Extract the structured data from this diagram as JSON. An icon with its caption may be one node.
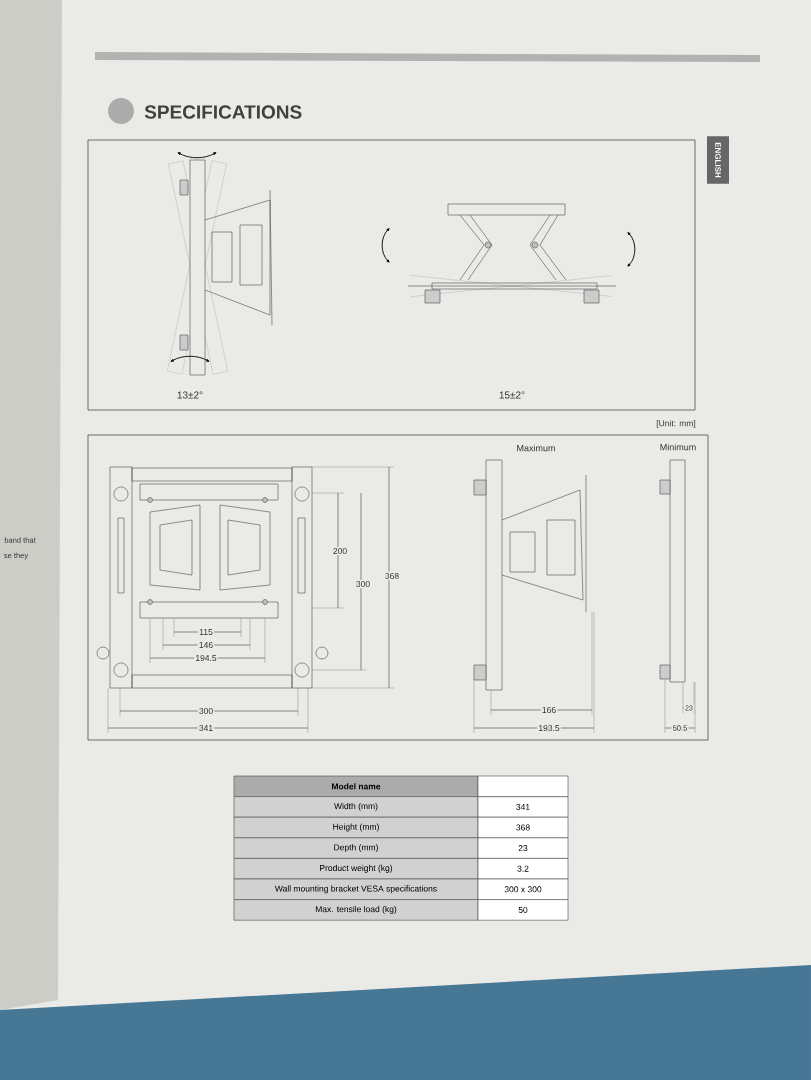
{
  "diagram": {
    "title": "SPECIFICATIONS",
    "nodes": [
      {
        "text": [
          "ENGLISH"
        ]
      }
    ],
    "labels": [
      "13±2°",
      "15±2°",
      "[Unit: mm]",
      "Maximum",
      "Minimum",
      "200",
      "300",
      "368",
      "115",
      "146",
      "194.5",
      "300",
      "341",
      "166",
      "193.5",
      "23",
      "50.5",
      "Model name",
      "Width (mm)",
      "341",
      "Height (mm)",
      "368",
      "Depth (mm)",
      "23",
      "Product weight (kg)",
      "3.2",
      "Wall mounting bracket VESA specifications",
      "300 x 300",
      "Max. tensile load (kg)",
      "50",
      "band that",
      "se they"
    ]
  }
}
